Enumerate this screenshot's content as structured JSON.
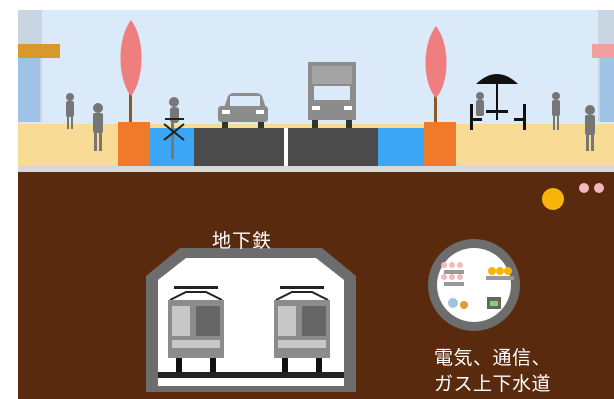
{
  "labels": {
    "subway": "地下鉄",
    "utilities_line1": "電気、通信、",
    "utilities_line2": "ガス上下水道"
  },
  "colors": {
    "sky": "#dbeaf8",
    "sidewalk": "#f8dc96",
    "bike_lane": "#3aa6f4",
    "road": "#4b4b4b",
    "planter": "#f07a2a",
    "tree": "#ef7f7f",
    "underground": "#5a2a0e",
    "tunnel": "#6d6d6d",
    "train": "#8c8c8c"
  },
  "icons": {
    "gas_pipe": "yellow-circle",
    "water_pipes": "pink-circles"
  }
}
